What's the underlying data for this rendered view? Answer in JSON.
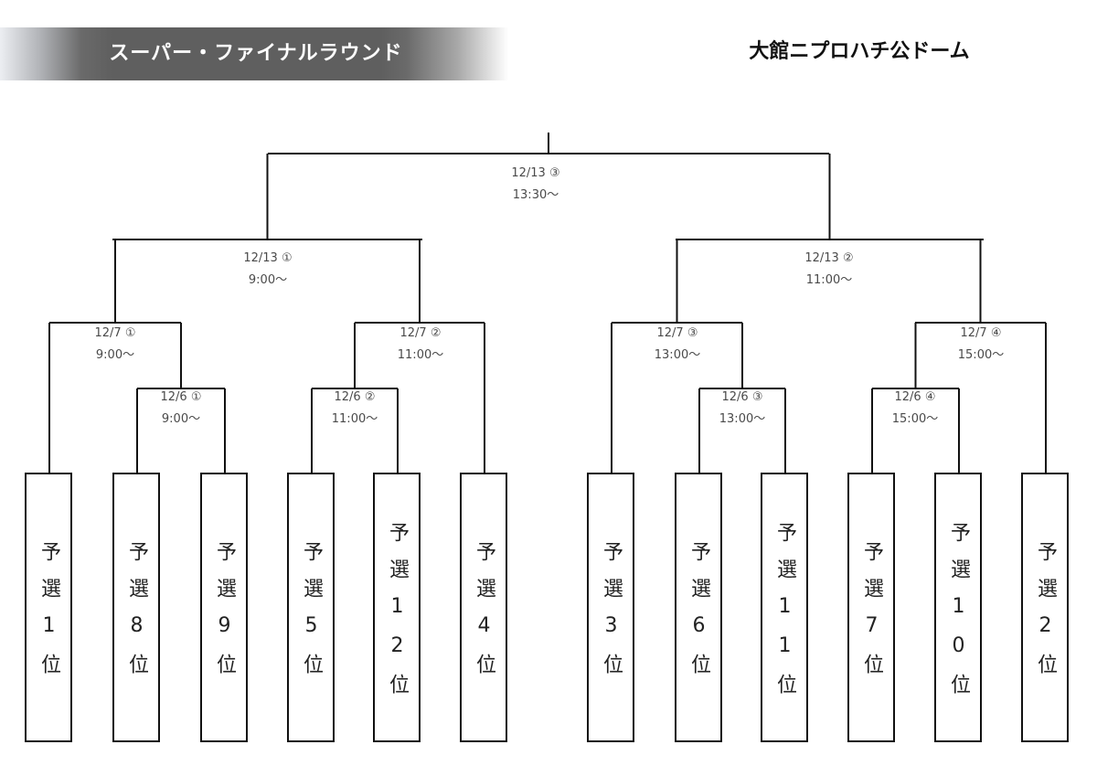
{
  "header": {
    "title": "スーパー・ファイナルラウンド",
    "venue": "大館ニプロハチ公ドーム"
  },
  "matches": [
    {
      "id": "f",
      "date": "12/13 ③",
      "time": "13:30～"
    },
    {
      "id": "sf1",
      "date": "12/13 ①",
      "time": "9:00～"
    },
    {
      "id": "sf2",
      "date": "12/13 ②",
      "time": "11:00～"
    },
    {
      "id": "q1",
      "date": "12/7 ①",
      "time": "9:00～"
    },
    {
      "id": "q2",
      "date": "12/7 ②",
      "time": "11:00～"
    },
    {
      "id": "q3",
      "date": "12/7 ③",
      "time": "13:00～"
    },
    {
      "id": "q4",
      "date": "12/7 ④",
      "time": "15:00～"
    },
    {
      "id": "r1",
      "date": "12/6 ①",
      "time": "9:00～"
    },
    {
      "id": "r2",
      "date": "12/6 ②",
      "time": "11:00～"
    },
    {
      "id": "r3",
      "date": "12/6 ③",
      "time": "13:00～"
    },
    {
      "id": "r4",
      "date": "12/6 ④",
      "time": "15:00～"
    }
  ],
  "seeds": [
    "予選1位",
    "予選8位",
    "予選9位",
    "予選5位",
    "予選12位",
    "予選4位",
    "予選3位",
    "予選6位",
    "予選11位",
    "予選7位",
    "予選10位",
    "予選2位"
  ]
}
